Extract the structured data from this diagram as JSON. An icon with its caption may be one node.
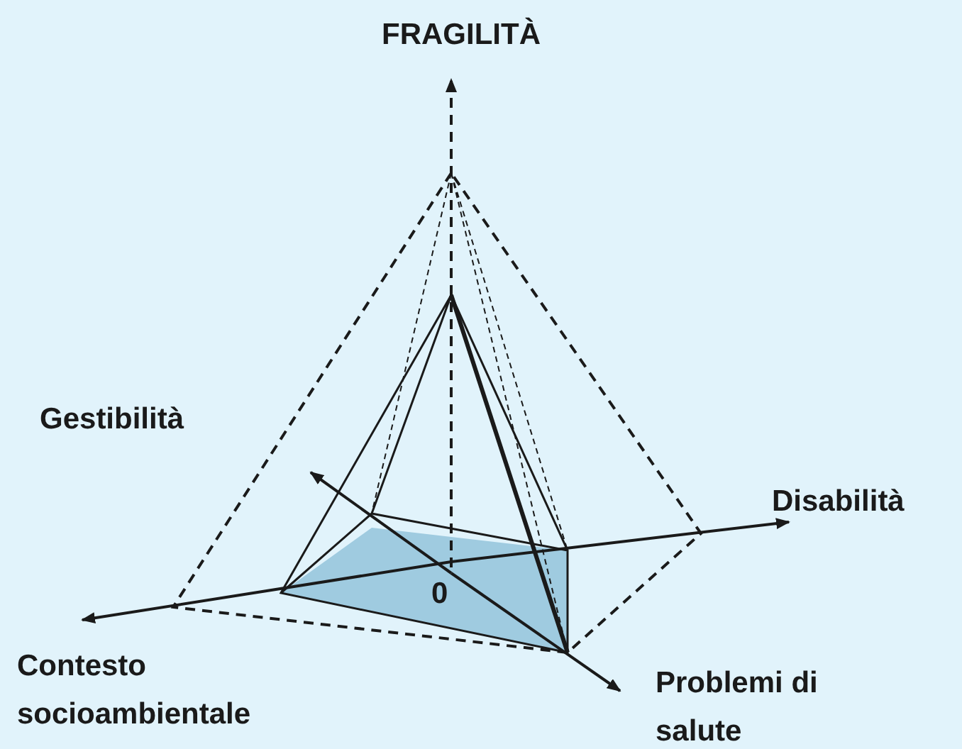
{
  "diagram": {
    "labels": [
      "FRAGILITÀ",
      "Gestibilità",
      "Disabilità",
      "0",
      "Contesto socioambientale",
      "Problemi di salute"
    ]
  }
}
